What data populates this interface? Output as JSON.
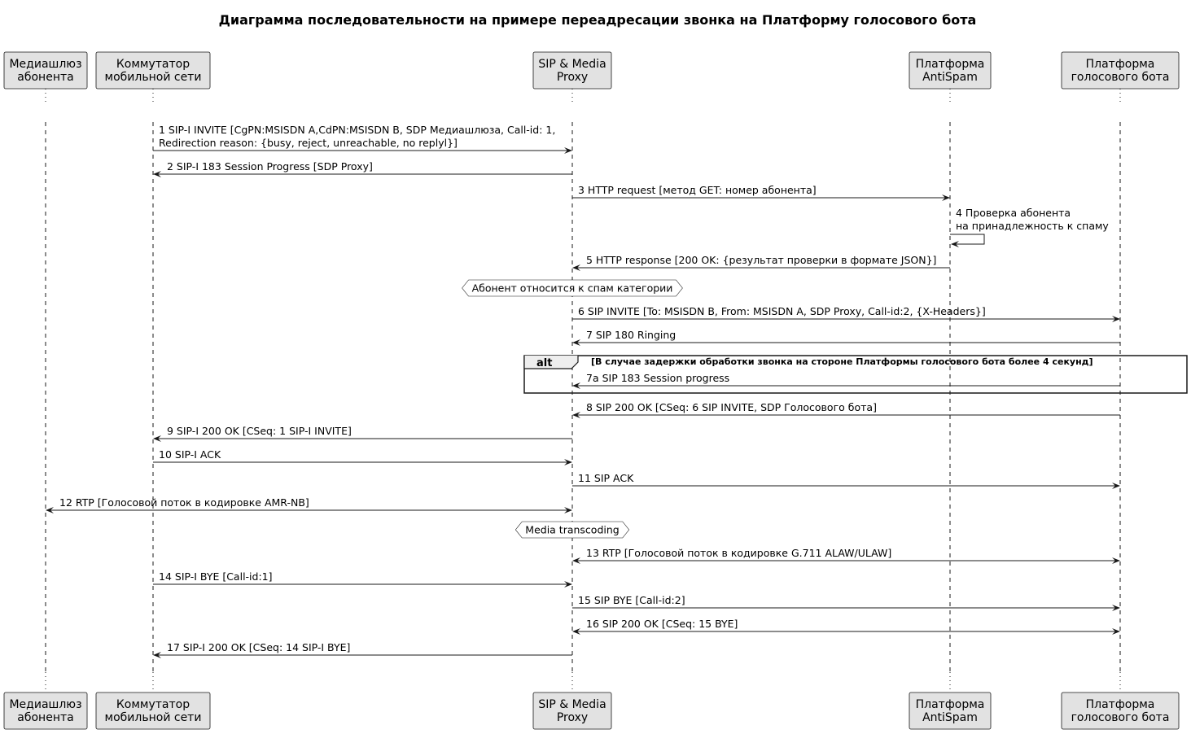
{
  "title": "Диаграмма последовательности на примере переадресации звонка на Платформу голосового бота",
  "colors": {
    "participant_fill": "#e2e2e2",
    "participant_stroke": "#181818",
    "line": "#181818",
    "background": "#ffffff"
  },
  "participants": [
    {
      "id": "mg",
      "lines": [
        "Медиашлюз",
        "абонента"
      ]
    },
    {
      "id": "msc",
      "lines": [
        "Коммутатор",
        "мобильной сети"
      ]
    },
    {
      "id": "proxy",
      "lines": [
        "SIP & Media",
        "Proxy"
      ]
    },
    {
      "id": "as",
      "lines": [
        "Платформа",
        "AntiSpam"
      ]
    },
    {
      "id": "vb",
      "lines": [
        "Платформа",
        "голосового бота"
      ]
    }
  ],
  "messages": [
    {
      "from": "msc",
      "to": "proxy",
      "lines": [
        "1 SIP-I INVITE [CgPN:MSISDN A,CdPN:MSISDN B, SDP Медиашлюза, Call-id: 1,",
        " Redirection reason: {busy, reject, unreachable, no replyl}]"
      ]
    },
    {
      "from": "proxy",
      "to": "msc",
      "lines": [
        "2 SIP-I  183 Session Progress [SDP Proxy]"
      ]
    },
    {
      "from": "proxy",
      "to": "as",
      "lines": [
        "3 HTTP request [метод GET: номер абонента]"
      ]
    },
    {
      "from": "as",
      "to": "as",
      "self": true,
      "lines": [
        "4 Проверка абонента",
        " на принадлежность к спаму"
      ]
    },
    {
      "from": "as",
      "to": "proxy",
      "lines": [
        "5 HTTP response [200 OK: {результат проверки в формате JSON}]"
      ]
    },
    {
      "note": true,
      "over": "proxy",
      "text": "Абонент относится к спам категории"
    },
    {
      "from": "proxy",
      "to": "vb",
      "lines": [
        "6 SIP INVITE [To: MSISDN B, From: MSISDN A, SDP Proxy, Call-id:2, {X-Headers}]"
      ]
    },
    {
      "from": "vb",
      "to": "proxy",
      "lines": [
        "7 SIP 180 Ringing"
      ]
    },
    {
      "from": "vb",
      "to": "proxy",
      "alt": true,
      "lines": [
        "7a SIP 183 Session progress"
      ]
    },
    {
      "from": "vb",
      "to": "proxy",
      "lines": [
        "8 SIP 200 OK [CSeq: 6 SIP INVITE, SDP Голосового бота]"
      ]
    },
    {
      "from": "proxy",
      "to": "msc",
      "lines": [
        "9 SIP-I 200 OK [CSeq: 1 SIP-I INVITE]"
      ]
    },
    {
      "from": "msc",
      "to": "proxy",
      "lines": [
        "10 SIP-I ACK"
      ]
    },
    {
      "from": "proxy",
      "to": "vb",
      "lines": [
        "11 SIP ACK"
      ]
    },
    {
      "from": "mg",
      "to": "proxy",
      "both": true,
      "lines": [
        "12 RTP [Голосовой поток в кодировке AMR-NB]"
      ]
    },
    {
      "note": true,
      "over": "proxy",
      "text": "Media transcoding"
    },
    {
      "from": "proxy",
      "to": "vb",
      "both": true,
      "lines": [
        "13 RTP [Голосовой поток в кодировке G.711 ALAW/ULAW]"
      ]
    },
    {
      "from": "msc",
      "to": "proxy",
      "lines": [
        "14 SIP-I BYE [Call-id:1]"
      ]
    },
    {
      "from": "proxy",
      "to": "vb",
      "lines": [
        "15 SIP BYE [Call-id:2]"
      ]
    },
    {
      "from": "proxy",
      "to": "vb",
      "both": true,
      "lines": [
        "16 SIP 200 OK [CSeq: 15 BYE]"
      ]
    },
    {
      "from": "proxy",
      "to": "msc",
      "lines": [
        "17 SIP-I 200 OK [CSeq: 14 SIP-I BYE]"
      ]
    }
  ],
  "alt_block": {
    "keyword": "alt",
    "condition": "[В случае задержки обработки звонка на стороне Платформы голосового бота более 4 секунд]"
  }
}
